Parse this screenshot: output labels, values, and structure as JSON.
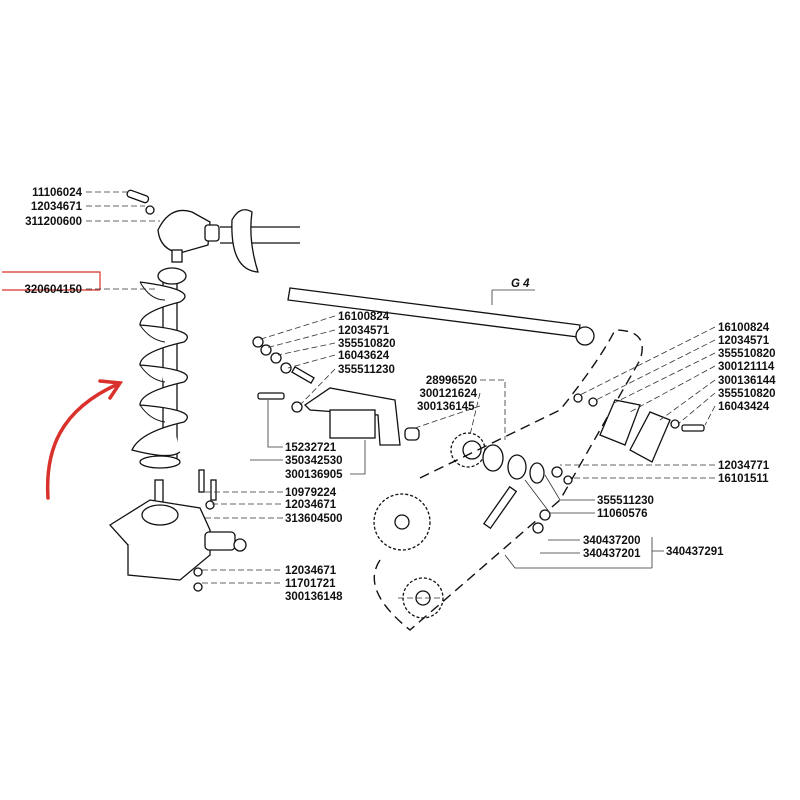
{
  "section_label": "G 4",
  "highlight_color": "#d9312b",
  "highlighted_part": "320604150",
  "labels": {
    "auger_top": [
      "11106024",
      "12034671",
      "311200600"
    ],
    "auger": "320604150",
    "bracket_fasteners": [
      "16100824",
      "12034571",
      "355510820",
      "16043624",
      "355511230"
    ],
    "sprocket_group": [
      "28996520",
      "300121624",
      "300136145"
    ],
    "bracket": [
      "15232721",
      "350342530",
      "300136905"
    ],
    "gearbox_top": [
      "10979224",
      "12034671",
      "313604500"
    ],
    "gearbox_bottom": [
      "12034671",
      "11701721",
      "300136148"
    ],
    "tensioner": [
      "16100824",
      "12034571",
      "355510820",
      "300121114",
      "300136144",
      "355510820",
      "16043424"
    ],
    "tensioner_lower": [
      "12034771",
      "16101511"
    ],
    "shaft_parts": [
      "355511230",
      "11060576"
    ],
    "chain_links": [
      "340437200",
      "340437201"
    ],
    "chain": "340437291"
  }
}
